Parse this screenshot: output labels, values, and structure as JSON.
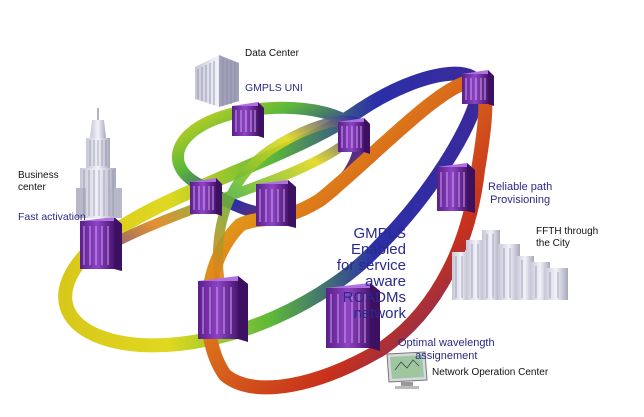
{
  "labels": {
    "data_center": "Data Center",
    "gmpls_uni": "GMPLS UNI",
    "business_center": [
      "Business",
      "center"
    ],
    "fast_activation": "Fast activation",
    "reliable_path": [
      "Reliable path",
      "Provisioning"
    ],
    "ffth": [
      "FFTH through",
      "the City"
    ],
    "gmpls_enabled": [
      "GMPLS Enabled",
      "for service aware",
      "ROADMs network"
    ],
    "optimal_wavelength": [
      "Optimal wavelength",
      "assignement"
    ],
    "network_operation_center": "Network Operation Center"
  },
  "colors": {
    "label_accent": "#2a2a88",
    "ring_blue": "#2b2fa8",
    "ring_green": "#5cb83a",
    "ring_yellow": "#e2d81a",
    "ring_orange": "#e0841a",
    "ring_red": "#c8301c",
    "node_purple": "#7a2fb0"
  },
  "icons": {
    "node": "roadm-node-icon",
    "data_center": "data-center-building-icon",
    "business_center": "office-tower-icon",
    "city": "city-skyline-icon",
    "noc": "monitor-icon"
  }
}
